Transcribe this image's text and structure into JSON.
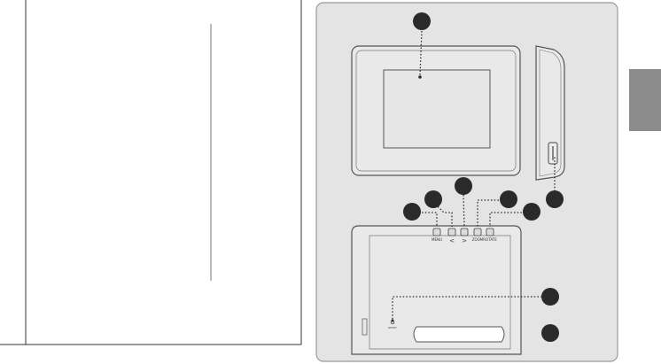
{
  "panel": {
    "background": "#e4e4e4",
    "border": "#9a9a9a",
    "callout_color": "#2a2a2a",
    "device_stroke": "#555555"
  },
  "side_tab": {
    "color": "#8c8c8c"
  },
  "button_labels": [
    "MENU",
    "<",
    ">",
    "ZOOM",
    "ROTATE"
  ],
  "reset_label": "RESET"
}
